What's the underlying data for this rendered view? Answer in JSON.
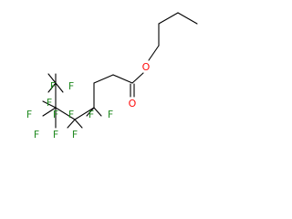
{
  "molecule": {
    "atoms": {
      "oxygen_ester": "O",
      "oxygen_carbonyl": "O",
      "fluorines": [
        "F",
        "F",
        "F",
        "F",
        "F",
        "F",
        "F",
        "F",
        "F",
        "F",
        "F"
      ]
    },
    "colors": {
      "bond": "#000000",
      "oxygen": "#ff0d0d",
      "fluorine": "#228b22"
    }
  }
}
